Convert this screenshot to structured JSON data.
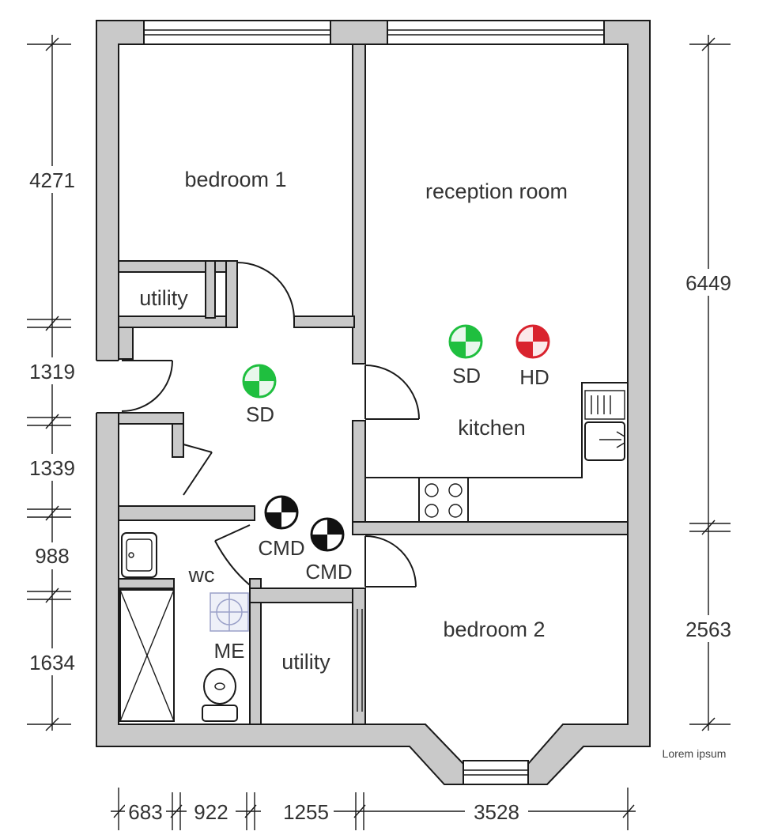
{
  "rooms": {
    "bedroom_1": "bedroom 1",
    "reception": "reception room",
    "utility_top": "utility",
    "kitchen": "kitchen",
    "wc": "wc",
    "utility_bottom": "utility",
    "bedroom_2": "bedroom 2"
  },
  "symbols": {
    "sd_hall": "SD",
    "sd_kitchen": "SD",
    "hd_kitchen": "HD",
    "cmd_1": "CMD",
    "cmd_2": "CMD",
    "me": "ME"
  },
  "dimensions": {
    "left": [
      "4271",
      "1319",
      "1339",
      "988",
      "1634"
    ],
    "right": [
      "6449",
      "2563"
    ],
    "bottom": [
      "683",
      "922",
      "1255",
      "3528"
    ]
  },
  "watermark": "Lorem ipsum",
  "colors": {
    "smoke_detector": "#1fbf3f",
    "heat_detector": "#d9232e",
    "co_detector": "#111111",
    "wall_fill": "#c9c9c9"
  }
}
